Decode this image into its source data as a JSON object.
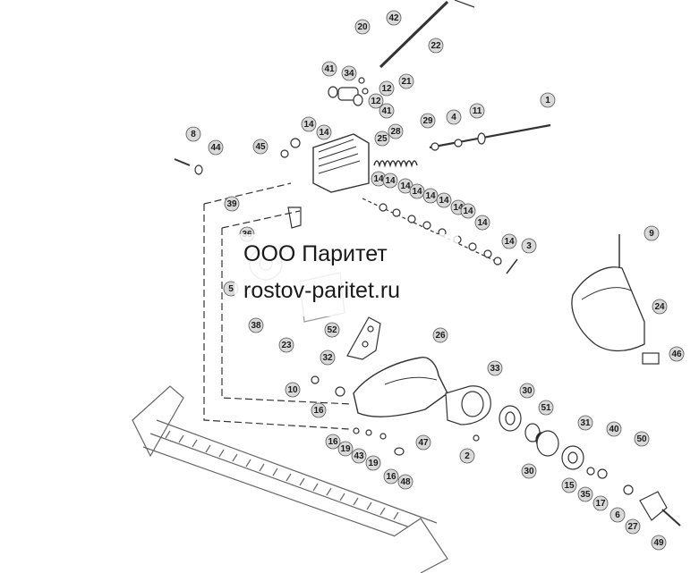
{
  "watermark": {
    "line1": "ООО Паритет",
    "line2": "rostov-paritet.ru"
  },
  "callouts": [
    "42",
    "20",
    "22",
    "41",
    "34",
    "12",
    "12",
    "21",
    "41",
    "1",
    "29",
    "4",
    "11",
    "8",
    "44",
    "45",
    "14",
    "14",
    "25",
    "28",
    "14",
    "14",
    "14",
    "14",
    "14",
    "14",
    "14",
    "14",
    "14",
    "14",
    "39",
    "3",
    "9",
    "36",
    "24",
    "5",
    "38",
    "23",
    "52",
    "32",
    "26",
    "46",
    "33",
    "10",
    "30",
    "16",
    "51",
    "31",
    "40",
    "50",
    "16",
    "19",
    "43",
    "19",
    "47",
    "2",
    "16",
    "48",
    "30",
    "15",
    "35",
    "17",
    "6",
    "27",
    "49"
  ],
  "colors": {
    "line": "#333333",
    "callout_fill": "#d9d9d9",
    "callout_stroke": "#555555",
    "ghost": "#9a9a9a"
  }
}
